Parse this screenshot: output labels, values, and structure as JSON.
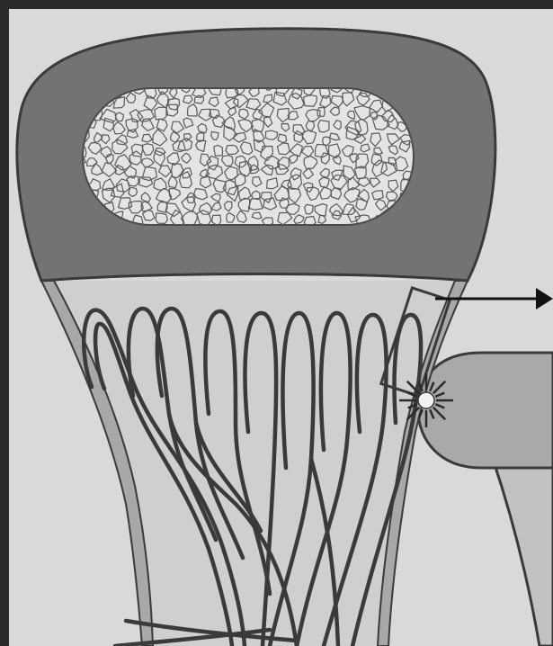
{
  "figure": {
    "colors": {
      "frame": "#2b2b2b",
      "background": "#d9d9d9",
      "cap_dark": "#737373",
      "cap_outline": "#3a3a3a",
      "cancellous_fill": "#e4e4e4",
      "cancellous_mesh": "#5a5a5a",
      "zone_light": "#cfcfcf",
      "cortex_strip": "#a8a8a8",
      "vessel": "#3a3a3a",
      "external_pad": "#a9a9a9",
      "arrow": "#111111"
    },
    "elements": [
      "epiphysis-cap",
      "cancellous-bone-pattern",
      "vascular-loops",
      "highlight-rectangle",
      "pointer-arrow",
      "injury-star",
      "adjacent-structure"
    ]
  }
}
